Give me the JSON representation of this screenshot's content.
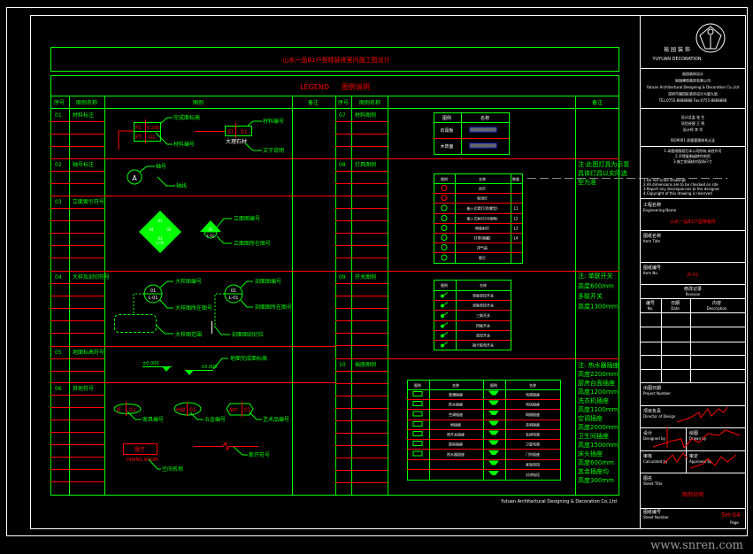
{
  "colors": {
    "frame": "#ffffff",
    "table": "#00ff00",
    "accent": "#ff0000",
    "background": "#000000"
  },
  "drawing_title": "山水一品B1户型精装修室内施工图设计",
  "legend": {
    "title_en": "LEGEND",
    "title_cn": "图例说明",
    "headers": [
      "序号",
      "图例名称",
      "图例",
      "备注",
      "序号",
      "图例名称",
      "",
      "备注"
    ],
    "footer": "Yutuan Architectural Designing & Decoration Co.,Ltd",
    "sections": [
      {
        "no": "01",
        "name": "材料标注"
      },
      {
        "no": "02",
        "name": "轴号标注"
      },
      {
        "no": "03",
        "name": "立面索引符号"
      },
      {
        "no": "04",
        "name": "大样及剖切符号"
      },
      {
        "no": "05",
        "name": "地面标高符号"
      },
      {
        "no": "06",
        "name": "其他符号"
      },
      {
        "no": "07",
        "name": "材料图例"
      },
      {
        "no": "08",
        "name": "灯具图例"
      },
      {
        "no": "09",
        "name": "开关图例"
      },
      {
        "no": "10",
        "name": "插座图例"
      }
    ]
  },
  "symbols": {
    "material": {
      "fl": "FL",
      "fl_val": "0.200",
      "pt": "PT",
      "pt_val": "01",
      "label_level": "完成面标高",
      "label_code": "材料编号",
      "st": "ST",
      "st_val": "01",
      "stone": "大理石材",
      "label_code2": "材料编号",
      "label_text": "文字说明"
    },
    "axis": {
      "letter": "A",
      "label_no": "轴号",
      "label_line": "轴线"
    },
    "elevation": {
      "n1": "01",
      "n2": "02",
      "n3": "03",
      "n4": "04",
      "sheet": "L-01",
      "tri_no": "01",
      "tri_sheet": "L-01",
      "label_no": "立面图编号",
      "label_sheet": "立面图所在图号"
    },
    "detail": {
      "no": "01",
      "sheet": "L-01",
      "label_no": "大样图编号",
      "label_sheet": "大样图所在图号",
      "label_range": "大样图范围",
      "sec_no": "01",
      "sec_sheet": "L-01",
      "sec_label_no": "剖面图编号",
      "sec_label_sheet": "剖面图所在图号",
      "sec_label_cut": "剖面图剖切位"
    },
    "level": {
      "v1": "±0.000",
      "v2": "±0.000",
      "label": "地面完成面标高"
    },
    "other": {
      "furn_a": "JF",
      "furn_b": "01",
      "furn_label": "家具编号",
      "hw_a": "HW",
      "hw_b": "01",
      "hw_label": "五金编号",
      "art_a": "ART",
      "art_b": "01",
      "art_label": "艺术品编号",
      "room_cn": "餐厅",
      "room_en": "DINING ROOM",
      "room_label": "空间名称",
      "break_label": "断开符号"
    }
  },
  "tables": {
    "materials": {
      "headers": [
        "图例",
        "名称"
      ],
      "rows": [
        "石膏板",
        "木饰面"
      ]
    },
    "lights": {
      "headers": [
        "图例",
        "名称",
        "数量"
      ],
      "rows": [
        [
          "吊灯",
          ""
        ],
        [
          "吸顶灯",
          ""
        ],
        [
          "嵌入式筒灯(防雾型)",
          "L1"
        ],
        [
          "嵌入式射灯(可调角)",
          "L2"
        ],
        [
          "明装射灯",
          "L3"
        ],
        [
          "灯带(暗藏)",
          "L4"
        ],
        [
          "排气扇",
          ""
        ],
        [
          "壁灯",
          ""
        ]
      ]
    },
    "switches": {
      "headers": [
        "图例",
        "名称"
      ],
      "rows": [
        "单联单控开关",
        "双联单控开关",
        "三联开关",
        "四联开关",
        "双控开关",
        "插卡取电开关"
      ]
    },
    "sockets": {
      "headers": [
        "图例",
        "名称",
        "图例",
        "名称"
      ],
      "rows": [
        [
          "普通插座",
          "电视插座"
        ],
        [
          "防水插座",
          "电话插座"
        ],
        [
          "空调插座",
          "网络插座"
        ],
        [
          "地插座",
          "音响插座"
        ],
        [
          "带开关插座",
          "有线电视"
        ],
        [
          "厨房插座",
          "卫星电视"
        ],
        [
          "热水器插座",
          "门铃插座"
        ],
        [
          "",
          "紧急按钮"
        ],
        [
          "",
          "对讲电话"
        ]
      ]
    }
  },
  "notes": {
    "lights": [
      "注:此图灯具为示意",
      "具体灯具以实际选",
      "型为准"
    ],
    "switches": [
      "注: 单联开关",
      "高度600mm",
      "多联开关",
      "高度1300mm"
    ],
    "sockets": [
      "注: 热水器插座",
      "高度2200mm",
      "厨房台面插座",
      "高度1200mm",
      "洗衣机插座",
      "高度1100mm",
      "空调插座",
      "高度2000mm",
      "卫生间插座",
      "高度1500mm",
      "床头插座",
      "高度600mm",
      "其余插座均",
      "高度300mm"
    ]
  },
  "title_block": {
    "brand_cn": "裕 园 装 饰",
    "brand_en": "YUYUAN DECORATION",
    "company": [
      "裕园装饰设计",
      "裕园建筑装饰有限公司",
      "Yutuan Architectural Designing & Decoration Co.,Ltd",
      "深圳市福田区装饰设计大厦九层",
      "TEL:0755-8888888  Fax:0755-8888888"
    ],
    "staff": [
      "设计总监  张 生",
      "项目经理  王 明",
      "设计师  李 华"
    ],
    "iso": "ISO9001 质量管理体系认证",
    "notes_cn": [
      "1.本图纸版权归本公司所有,未经许可",
      "2.不得复制或转作他用",
      "3.施工前请核对现场尺寸"
    ],
    "notes_en": [
      "1.Do not scale drawings",
      "2.All dimensions are to be checked on site",
      "3.Report any discrepancies to the designer",
      "4.Copyright of this drawing is reserved"
    ],
    "project_label": "工程名称",
    "project_label_en": "Engineering Name",
    "project_value": "山水一品B1户型精装修",
    "item_label": "图纸名称",
    "item_label_en": "Item Title",
    "itemno_label": "图纸编号",
    "itemno_label_en": "Item No.",
    "itemno_value": "JS-01",
    "revision_label": "修改记录",
    "revision_label_en": "Revision",
    "rev_headers": [
      "编号",
      "日期",
      "内容"
    ],
    "rev_headers_en": [
      "No.",
      "Date",
      "Description"
    ],
    "date_label": "出图日期",
    "date_label_en": "Project Number",
    "director_label": "项目负责",
    "director_label_en": "Director of Design",
    "designed_label": "设计",
    "designed_label_en": "Designed by",
    "drawn_label": "绘图",
    "drawn_label_en": "Drawn by",
    "checked_label": "审核",
    "checked_label_en": "Calculated by",
    "approved_label": "审定",
    "approved_label_en": "Approved by",
    "sheet_title_label": "图名",
    "sheet_title_label_en": "Sheet Title",
    "sheet_title_value": "图例说明",
    "sheet_no_label": "图纸编号",
    "sheet_no_label_en": "Sheet Number",
    "sheet_no_value": "SH-04",
    "page_label": "Page"
  },
  "watermark": "www.snren.com"
}
